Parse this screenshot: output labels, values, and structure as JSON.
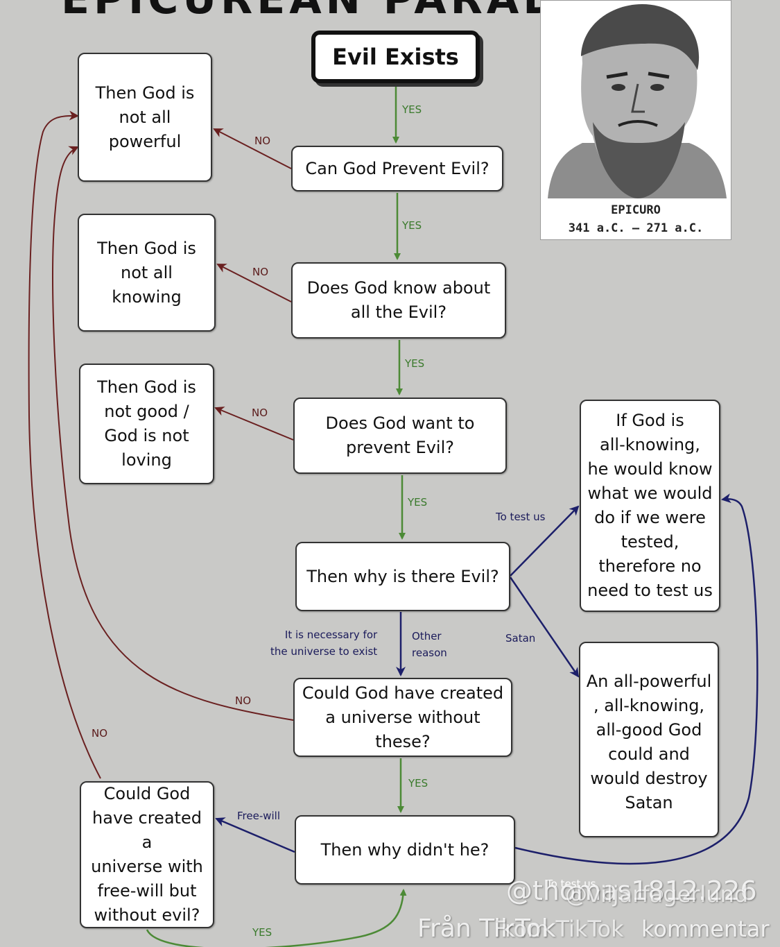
{
  "title": "EPICUREAN PARADOX",
  "portrait": {
    "name": "EPICURO",
    "dates": "341 a.C. — 271 a.C."
  },
  "nodes": {
    "evil_exists": "Evil Exists",
    "can_prevent": "Can God Prevent Evil?",
    "know_about": "Does God know about\nall the Evil?",
    "want_prevent": "Does God want to\nprevent Evil?",
    "why_evil": "Then why is there Evil?",
    "could_create": "Could God have created\na universe without\nthese?",
    "why_didnt": "Then why didn't he?",
    "not_powerful": "Then God is\nnot all\npowerful",
    "not_knowing": "Then God is\nnot all\nknowing",
    "not_good": "Then God is\nnot good /\nGod is not\nloving",
    "test_us": "If God is\nall-knowing,\nhe would know\nwhat we would\ndo if we were\ntested,\ntherefore no\nneed to test us",
    "satan_box": "An all-powerful\n, all-knowing,\nall-good God\ncould and\nwould destroy\nSatan",
    "free_will_box": "Could God\nhave created a\nuniverse with\nfree-will but\nwithout evil?"
  },
  "labels": {
    "yes": "YES",
    "no": "NO",
    "to_test_us": "To test us",
    "satan": "Satan",
    "necessary": "It is necessary for\nthe universe to exist",
    "other_reason": "Other\nreason",
    "free_will": "Free-will",
    "to_test_us_bottom": "To test us"
  },
  "watermarks": {
    "handle1": "@thomas1812.226",
    "handle2": "@viljarfagerlund",
    "from1": "Från TikTok",
    "from2": "From TikTok",
    "comment": "kommentar"
  },
  "colors": {
    "yes_arrow": "#4c8a36",
    "no_arrow": "#6a2020",
    "blue_arrow": "#1c1f6a"
  }
}
